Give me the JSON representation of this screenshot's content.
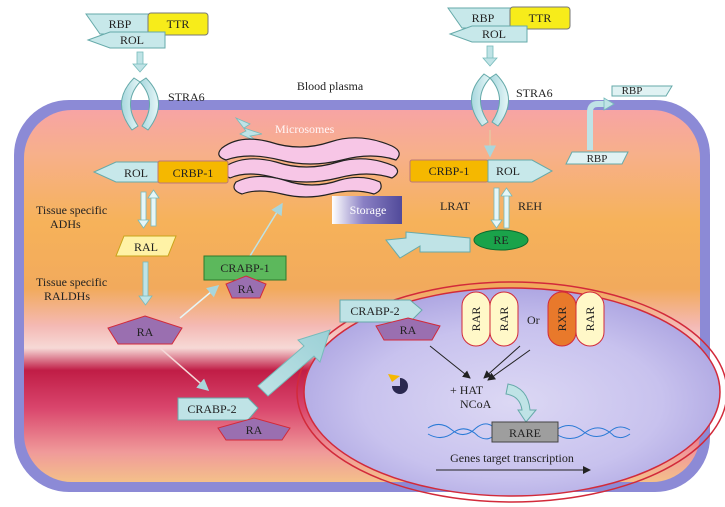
{
  "labels": {
    "blood_plasma": "Blood plasma",
    "stra6_left": "STRA6",
    "stra6_right": "STRA6",
    "microsomes": "Microsomes",
    "storage": "Storage",
    "tissue_adhs_1": "Tissue specific",
    "tissue_adhs_2": "ADHs",
    "tissue_raldhs_1": "Tissue specific",
    "tissue_raldhs_2": "RALDHs",
    "lrat": "LRAT",
    "reh": "REH",
    "or": "Or",
    "hat": "+ HAT",
    "ncoa": "NCoA",
    "genes": "Genes target transcription"
  },
  "molecules": {
    "rbp": "RBP",
    "ttr": "TTR",
    "rol": "ROL",
    "crbp1": "CRBP-1",
    "ral": "RAL",
    "ra": "RA",
    "crabp1": "CRABP-1",
    "crabp2": "CRABP-2",
    "re": "RE",
    "rar": "RAR",
    "rxr": "RXR",
    "rare": "RARE"
  },
  "colors": {
    "ttr": "#f7ec1a",
    "crbp1": "#f5b800",
    "ral": "#fff2a6",
    "ra": "#9a6fb0",
    "crabp1": "#5cb85c",
    "crabp2": "#bfe3e6",
    "re": "#1aa34a",
    "rxr": "#e8792b",
    "rar": "#fffbe0",
    "rare": "#9e9e9e",
    "receptor_pill": "#fff8c8"
  }
}
